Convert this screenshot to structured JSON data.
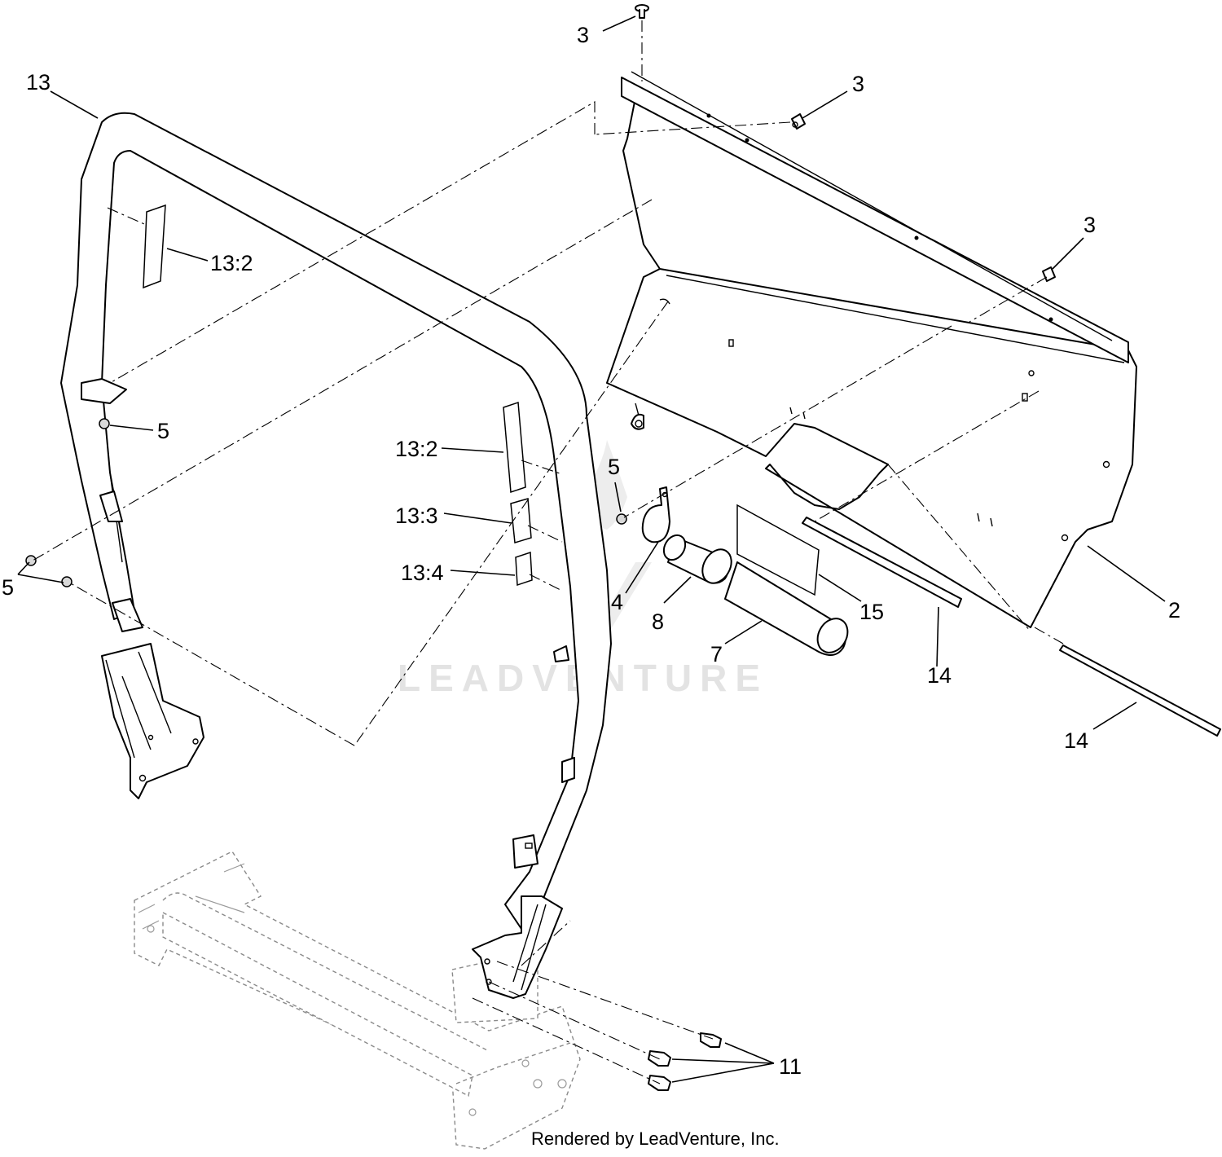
{
  "callouts": [
    {
      "id": "c3a",
      "text": "3"
    },
    {
      "id": "c3b",
      "text": "3"
    },
    {
      "id": "c3c",
      "text": "3"
    },
    {
      "id": "c13",
      "text": "13"
    },
    {
      "id": "c13_2a",
      "text": "13:2"
    },
    {
      "id": "c13_2b",
      "text": "13:2"
    },
    {
      "id": "c13_3",
      "text": "13:3"
    },
    {
      "id": "c13_4",
      "text": "13:4"
    },
    {
      "id": "c5a",
      "text": "5"
    },
    {
      "id": "c5b",
      "text": "5"
    },
    {
      "id": "c5c",
      "text": "5"
    },
    {
      "id": "c4",
      "text": "4"
    },
    {
      "id": "c8",
      "text": "8"
    },
    {
      "id": "c7",
      "text": "7"
    },
    {
      "id": "c15",
      "text": "15"
    },
    {
      "id": "c14a",
      "text": "14"
    },
    {
      "id": "c14b",
      "text": "14"
    },
    {
      "id": "c2",
      "text": "2"
    },
    {
      "id": "c11",
      "text": "11"
    }
  ],
  "watermark": "LEADVENTURE",
  "credit": "Rendered by LeadVenture, Inc."
}
